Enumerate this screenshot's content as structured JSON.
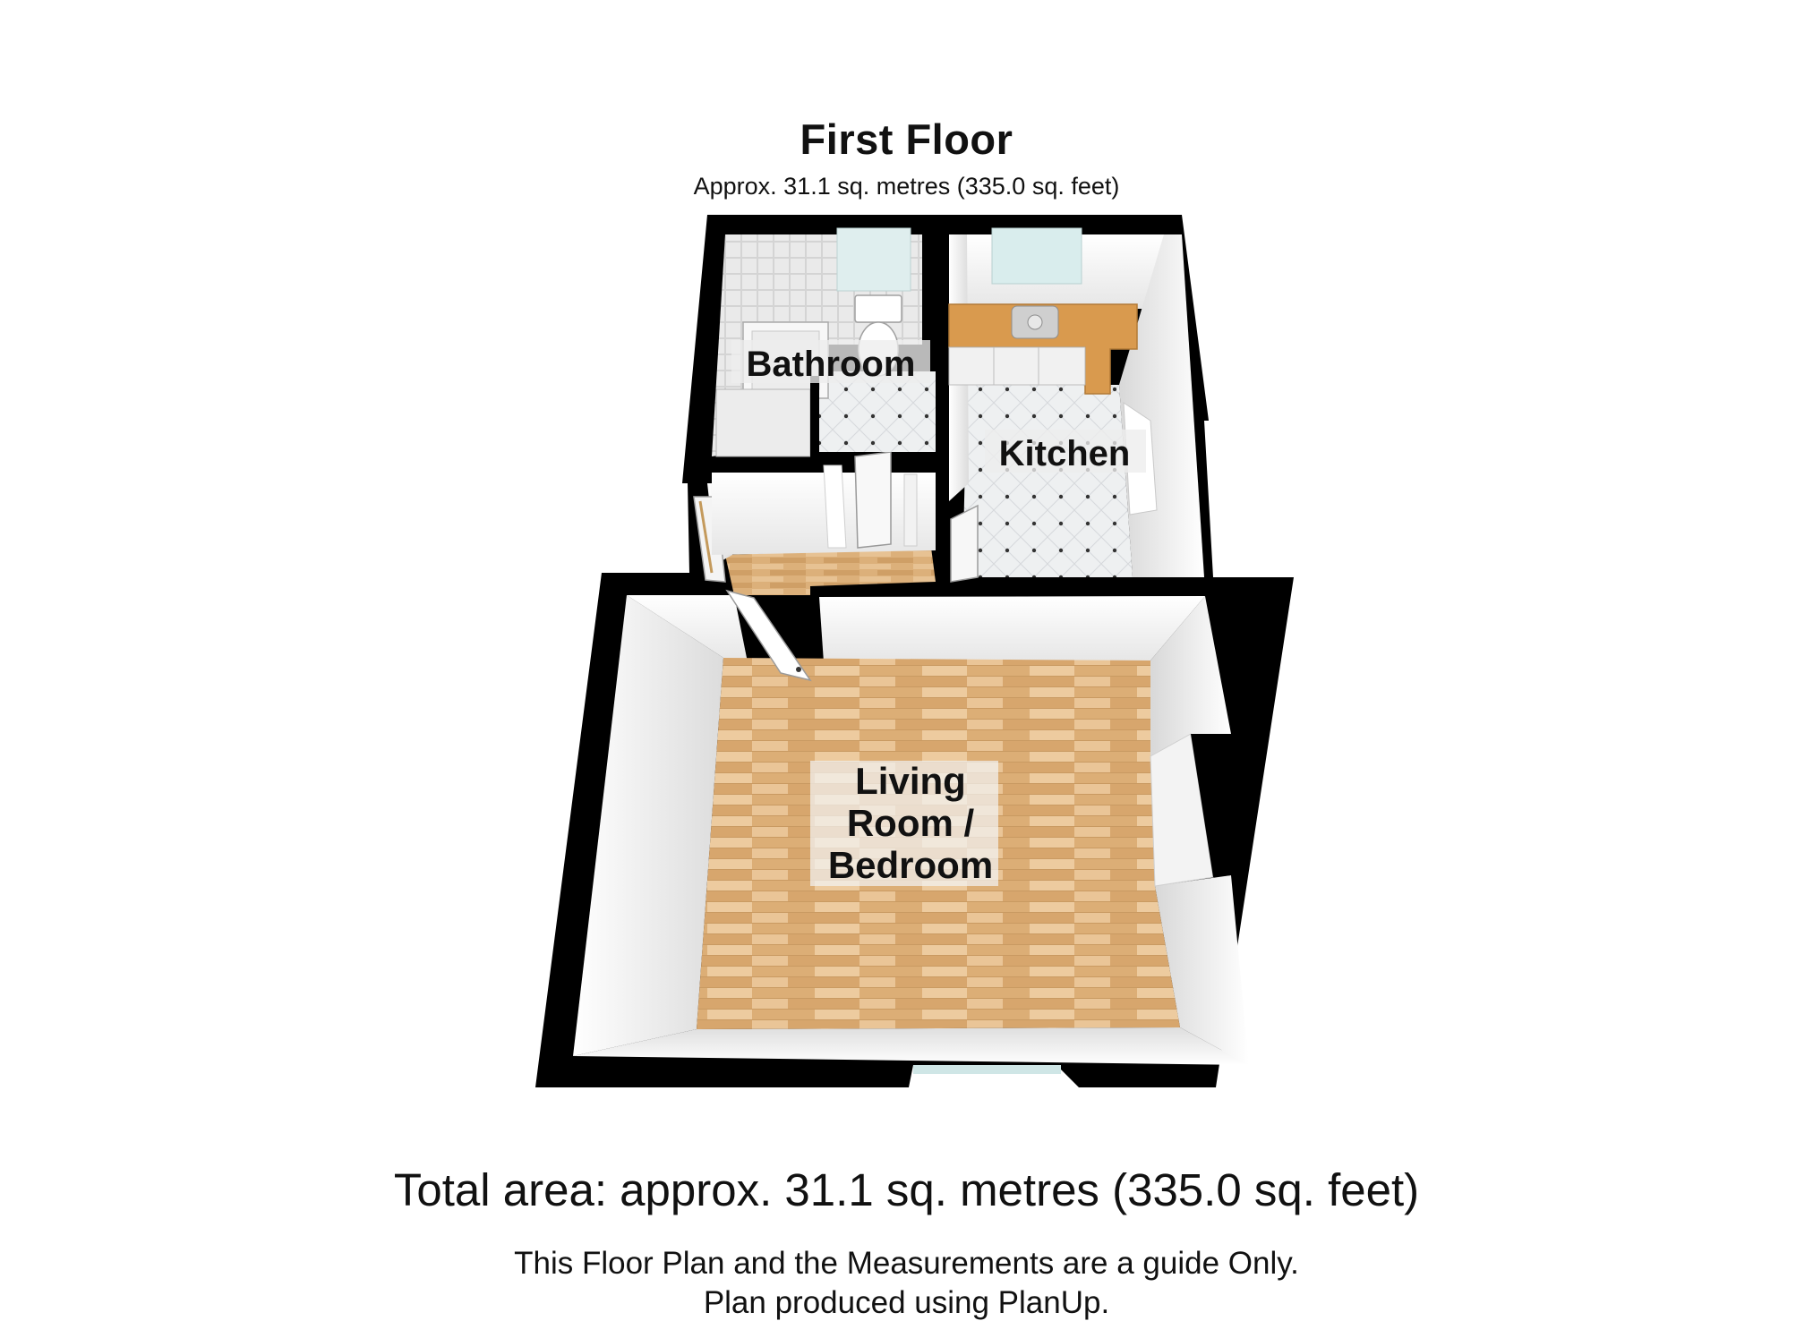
{
  "header": {
    "floor_title": "First Floor",
    "floor_area": "Approx. 31.1 sq. metres (335.0 sq. feet)"
  },
  "rooms": {
    "bathroom": "Bathroom",
    "kitchen": "Kitchen",
    "living_line1": "Living",
    "living_line2": "Room /",
    "living_line3": "Bedroom"
  },
  "footer": {
    "total_area": "Total area: approx. 31.1 sq. metres (335.0 sq. feet)",
    "disclaimer_line1": "This Floor Plan and the Measurements are a guide Only.",
    "disclaimer_line2": "Plan produced using PlanUp."
  },
  "colors": {
    "wall": "#000000",
    "wood_floor": "#e3b985",
    "tile_floor": "#eef0f1",
    "worktop": "#d99a4e",
    "window_glass": "#cfe6e6"
  }
}
